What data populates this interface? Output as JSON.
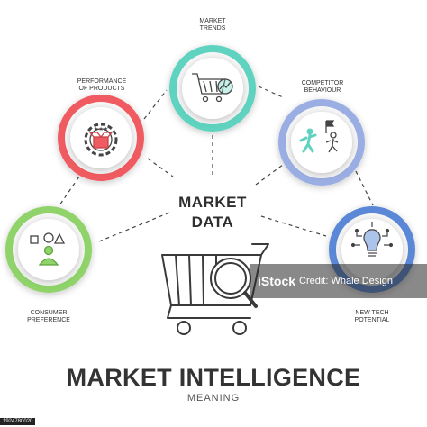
{
  "center": {
    "line1": "MARKET",
    "line2": "DATA"
  },
  "title": "MARKET INTELLIGENCE",
  "subtitle": "MEANING",
  "nodes": [
    {
      "key": "trends",
      "label": "MARKET\nTRENDS",
      "color": "#5fd3bf",
      "icon": "shopping-cart-chart-icon"
    },
    {
      "key": "performance",
      "label": "PERFORMANCE\nOF PRODUCTS",
      "color": "#ef5b60",
      "icon": "gear-box-icon"
    },
    {
      "key": "competitor",
      "label": "COMPETITOR\nBEHAVIOUR",
      "color": "#9aaee3",
      "icon": "runners-flag-icon"
    },
    {
      "key": "consumer",
      "label": "CONSUMER\nPREFERENCE",
      "color": "#8fd36a",
      "icon": "people-shapes-icon"
    },
    {
      "key": "newtech",
      "label": "NEW TECH\nPOTENTIAL",
      "color": "#5a88d6",
      "icon": "lightbulb-circuit-icon"
    }
  ],
  "watermark": {
    "brand": "iStock",
    "credit": "Credit: Whale Design"
  },
  "stock_id": "1924780020"
}
